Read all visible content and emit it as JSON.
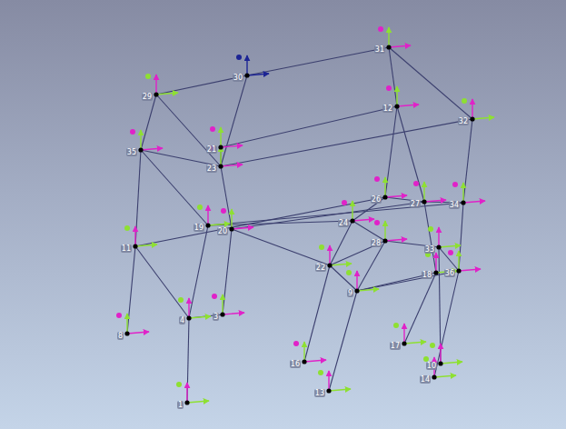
{
  "diagram": {
    "labels": [
      "29",
      "30",
      "31",
      "12",
      "32",
      "21",
      "23",
      "35",
      "11",
      "8",
      "4",
      "3",
      "1",
      "19",
      "20",
      "22",
      "24",
      "26",
      "27",
      "34",
      "28",
      "33",
      "9",
      "18",
      "36",
      "16",
      "13",
      "17",
      "14",
      "10"
    ]
  }
}
